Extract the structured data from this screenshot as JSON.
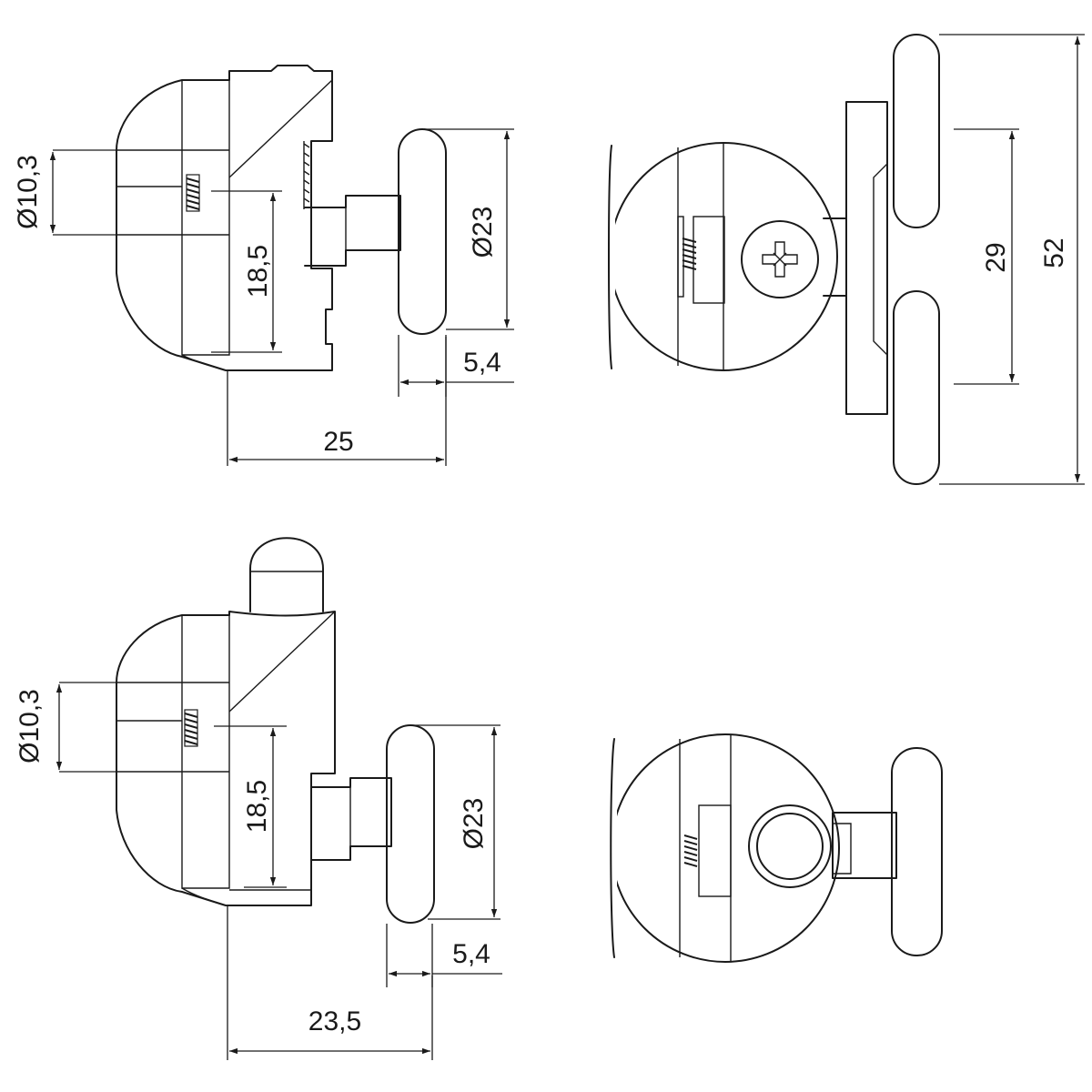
{
  "drawing": {
    "view_top_left": {
      "dia_bore": "Ø10,3",
      "height_185": "18,5",
      "dia_wheel": "Ø23",
      "wheel_width": "5,4",
      "depth": "25"
    },
    "view_top_right": {
      "wheel_spacing": "29",
      "overall_height": "52"
    },
    "view_bottom_left": {
      "dia_bore": "Ø10,3",
      "height_185": "18,5",
      "dia_wheel": "Ø23",
      "wheel_width": "5,4",
      "depth": "23,5"
    }
  }
}
